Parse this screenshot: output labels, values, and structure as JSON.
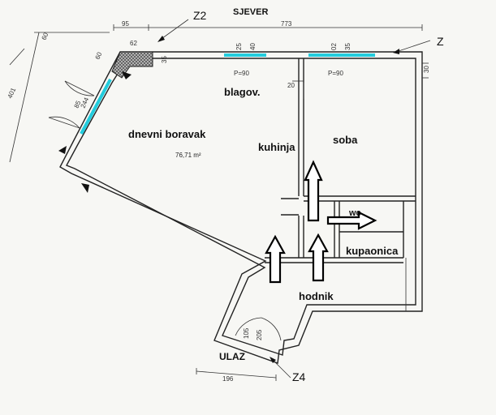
{
  "header": {
    "north": "SJEVER",
    "top_dim": "773",
    "top_left_dim": "95"
  },
  "markers": {
    "z2": "Z2",
    "z": "Z",
    "z4": "Z4"
  },
  "rooms": {
    "blagov": "blagov.",
    "dnevni": "dnevni boravak",
    "dnevni_area": "76,71 m²",
    "kuhinja": "kuhinja",
    "soba": "soba",
    "wc": "wc",
    "kupaonica": "kupaonica",
    "hodnik": "hodnik",
    "ulaz": "ULAZ"
  },
  "dims": {
    "left_outer": "401",
    "left_top": "60",
    "left_small": "60",
    "door_244": "244",
    "door_85": "85",
    "corner_62": "62",
    "corner_35": "35",
    "win1_a": "25",
    "win1_b": "40",
    "win2_a": "02",
    "win2_b": "35",
    "p1": "P=90",
    "p2": "P=90",
    "wall_20": "20",
    "right_30": "30",
    "entry_105": "105",
    "entry_205": "205",
    "bottom_196": "196"
  },
  "colors": {
    "window": "#22ccdd",
    "wall": "#222222",
    "background": "#f7f7f4"
  }
}
